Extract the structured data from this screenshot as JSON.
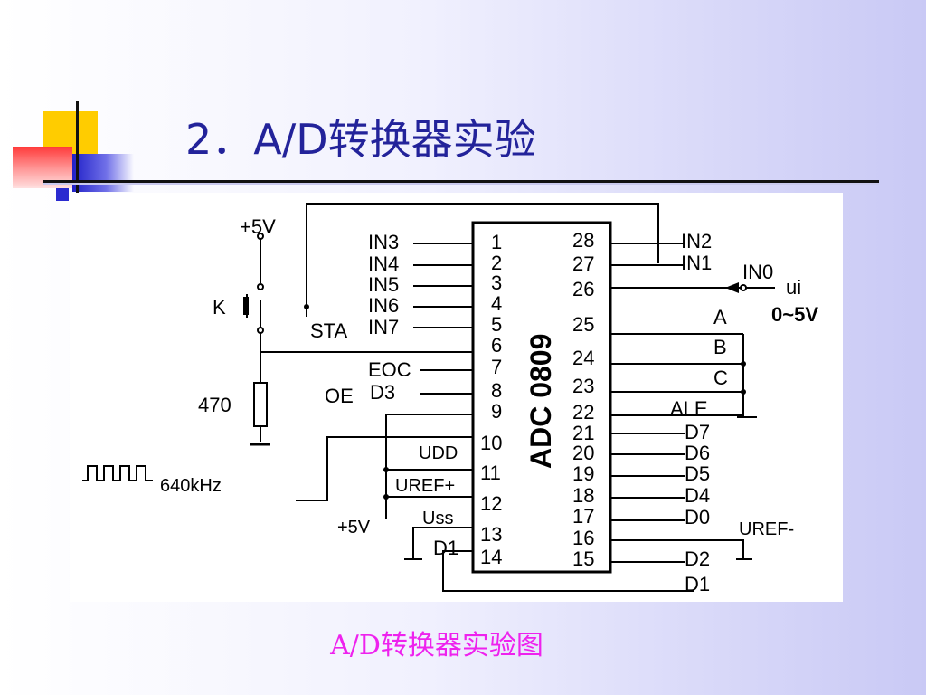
{
  "slide": {
    "title": "2．A/D转换器实验",
    "caption": "A/D转换器实验图"
  },
  "diagram": {
    "chip_name": "ADC 0809",
    "left_pins": [
      "1",
      "2",
      "3",
      "4",
      "5",
      "6",
      "7",
      "8",
      "9",
      "10",
      "11",
      "12",
      "13",
      "14"
    ],
    "right_pins": [
      "28",
      "27",
      "26",
      "25",
      "24",
      "23",
      "22",
      "21",
      "20",
      "19",
      "18",
      "17",
      "16",
      "15"
    ],
    "in_left": [
      "IN3",
      "IN4",
      "IN5",
      "IN6",
      "IN7"
    ],
    "in_right": [
      "IN2",
      "IN1",
      "IN0"
    ],
    "supply_top": "+5V",
    "key_label": "K",
    "resistor_label": "470",
    "sta_label": "STA",
    "eoc_label": "EOC",
    "oe_label": "OE",
    "d3_label": "D3",
    "udd_label": "UDD",
    "uref_plus_label": "UREF+",
    "uss_label": "Uss",
    "supply_bottom": "+5V",
    "clock_label": "640kHz",
    "d1_left_label": "D1",
    "ui_label": "ui",
    "range_label": "0~5V",
    "abc_labels": [
      "A",
      "B",
      "C"
    ],
    "ale_label": "ALE",
    "data_labels": [
      "D7",
      "D6",
      "D5",
      "D4",
      "D0"
    ],
    "uref_minus_label": "UREF-",
    "d2_label": "D2",
    "d1_right_label": "D1"
  },
  "colors": {
    "title": "#23239a",
    "caption": "#ee22ee",
    "deco_yellow": "#ffcc00",
    "deco_blue": "#2222cc",
    "deco_red": "#ff4444"
  }
}
